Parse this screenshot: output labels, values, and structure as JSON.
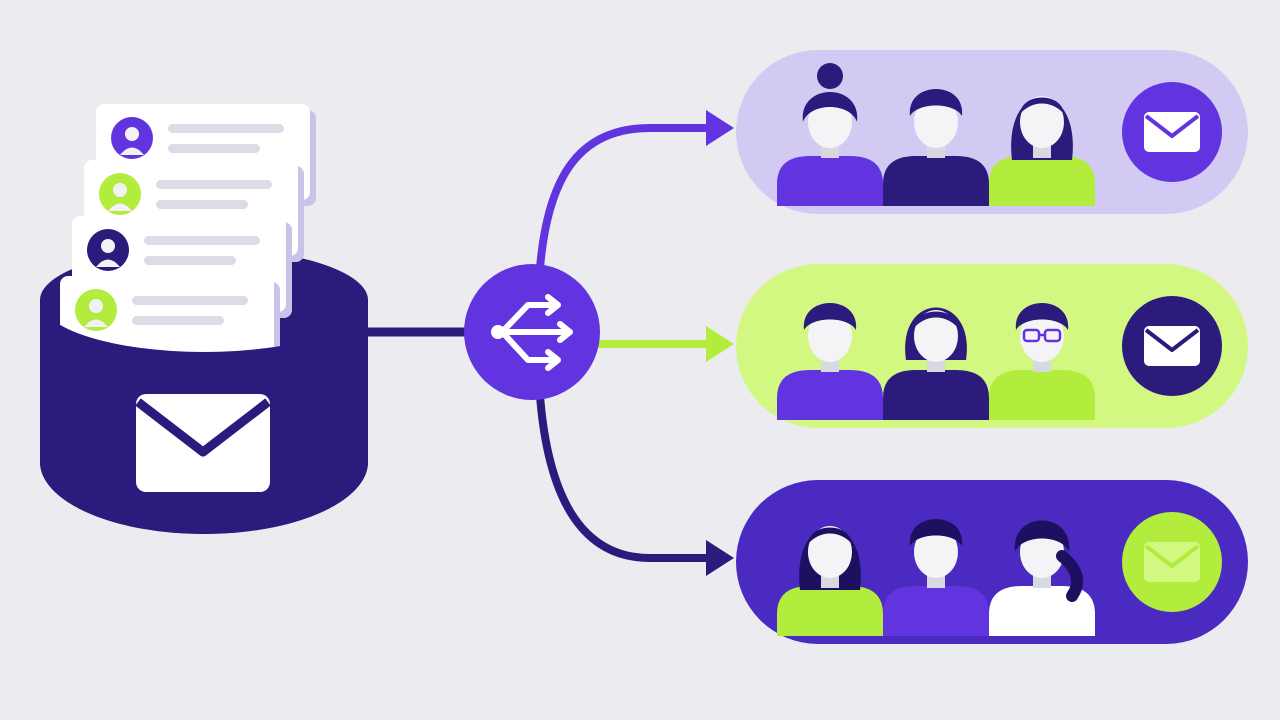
{
  "colors": {
    "background": "#ececf0",
    "navy": "#2a1b7c",
    "purple": "#6234e0",
    "lime": "#b2ec3c",
    "lavender": "#d3caf3",
    "lime_light": "#d2f882",
    "indigo_pill": "#4a2ac0",
    "card": "#ffffff",
    "line_gray": "#dcdbe6",
    "skin": "#f4f4f6"
  },
  "icons": {
    "inbox": "mail-envelope-icon",
    "router": "split-arrows-icon",
    "segment_badge": "mail-envelope-icon",
    "person": "person-avatar-icon"
  },
  "contact_cards": [
    {
      "avatar": "purple"
    },
    {
      "avatar": "lime"
    },
    {
      "avatar": "navy"
    },
    {
      "avatar": "lime"
    }
  ],
  "segments": [
    {
      "name": "segment-top",
      "pill_color": "lavender",
      "arrow_color": "purple",
      "badge_color": "purple",
      "envelope_color": "white",
      "people": [
        {
          "hair": "bun",
          "shirt": "purple"
        },
        {
          "hair": "short",
          "shirt": "navy"
        },
        {
          "hair": "long",
          "shirt": "lime"
        }
      ]
    },
    {
      "name": "segment-middle",
      "pill_color": "lime_light",
      "arrow_color": "lime",
      "badge_color": "navy",
      "envelope_color": "white",
      "people": [
        {
          "hair": "curly",
          "shirt": "purple"
        },
        {
          "hair": "bob",
          "shirt": "navy"
        },
        {
          "hair": "glasses",
          "shirt": "lime"
        }
      ]
    },
    {
      "name": "segment-bottom",
      "pill_color": "indigo_pill",
      "arrow_color": "navy",
      "badge_color": "lime",
      "envelope_color": "lime_light",
      "people": [
        {
          "hair": "curly-long",
          "shirt": "lime"
        },
        {
          "hair": "short",
          "shirt": "purple"
        },
        {
          "hair": "ponytail",
          "shirt": "white"
        }
      ]
    }
  ]
}
